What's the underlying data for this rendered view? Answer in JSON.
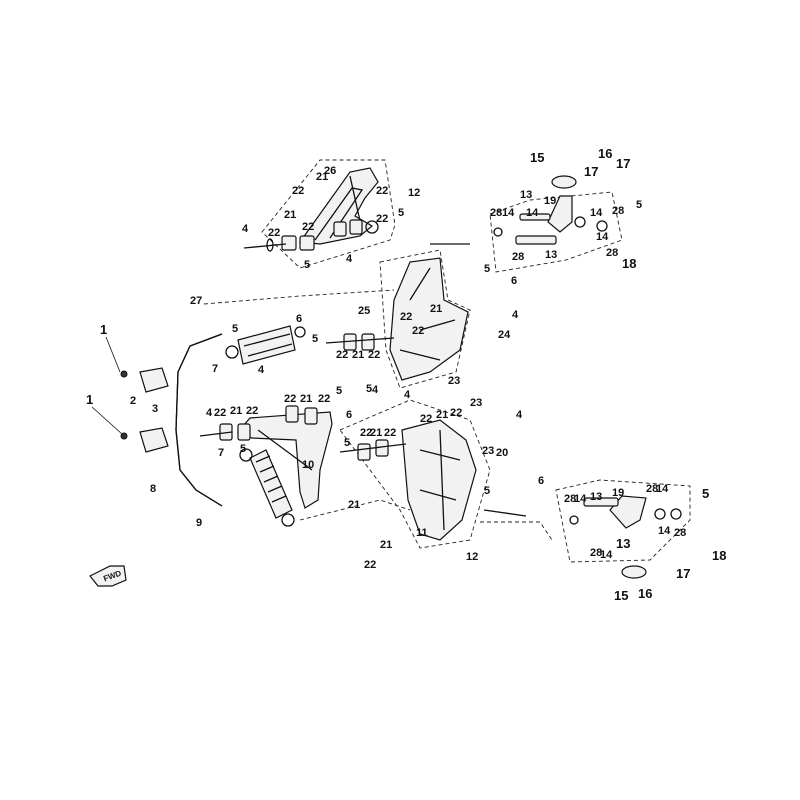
{
  "diagram": {
    "direction_label": "FWD",
    "callouts": [
      {
        "id": "c1a",
        "text": "1"
      },
      {
        "id": "c1b",
        "text": "1"
      },
      {
        "id": "c2",
        "text": "2"
      },
      {
        "id": "c3",
        "text": "3"
      },
      {
        "id": "c4a",
        "text": "4"
      },
      {
        "id": "c4b",
        "text": "4"
      },
      {
        "id": "c4c",
        "text": "4"
      },
      {
        "id": "c4d",
        "text": "4"
      },
      {
        "id": "c4e",
        "text": "4"
      },
      {
        "id": "c4f",
        "text": "4"
      },
      {
        "id": "c4g",
        "text": "4"
      },
      {
        "id": "c4h",
        "text": "4"
      },
      {
        "id": "c5a",
        "text": "5"
      },
      {
        "id": "c5b",
        "text": "5"
      },
      {
        "id": "c5c",
        "text": "5"
      },
      {
        "id": "c5d",
        "text": "5"
      },
      {
        "id": "c5e",
        "text": "5"
      },
      {
        "id": "c5f",
        "text": "5"
      },
      {
        "id": "c5g",
        "text": "5"
      },
      {
        "id": "c5h",
        "text": "5"
      },
      {
        "id": "c5i",
        "text": "5"
      },
      {
        "id": "c5j",
        "text": "5"
      },
      {
        "id": "c5k",
        "text": "5"
      },
      {
        "id": "c5l",
        "text": "5"
      },
      {
        "id": "c6a",
        "text": "6"
      },
      {
        "id": "c6b",
        "text": "6"
      },
      {
        "id": "c6c",
        "text": "6"
      },
      {
        "id": "c6d",
        "text": "6"
      },
      {
        "id": "c7a",
        "text": "7"
      },
      {
        "id": "c7b",
        "text": "7"
      },
      {
        "id": "c8",
        "text": "8"
      },
      {
        "id": "c9",
        "text": "9"
      },
      {
        "id": "c10",
        "text": "10"
      },
      {
        "id": "c11",
        "text": "11"
      },
      {
        "id": "c12a",
        "text": "12"
      },
      {
        "id": "c12b",
        "text": "12"
      },
      {
        "id": "c13a",
        "text": "13"
      },
      {
        "id": "c13b",
        "text": "13"
      },
      {
        "id": "c13c",
        "text": "13"
      },
      {
        "id": "c13d",
        "text": "13"
      },
      {
        "id": "c14a",
        "text": "14"
      },
      {
        "id": "c14b",
        "text": "14"
      },
      {
        "id": "c14c",
        "text": "14"
      },
      {
        "id": "c14d",
        "text": "14"
      },
      {
        "id": "c14e",
        "text": "14"
      },
      {
        "id": "c14f",
        "text": "14"
      },
      {
        "id": "c14g",
        "text": "14"
      },
      {
        "id": "c14h",
        "text": "14"
      },
      {
        "id": "c15a",
        "text": "15"
      },
      {
        "id": "c15b",
        "text": "15"
      },
      {
        "id": "c16a",
        "text": "16"
      },
      {
        "id": "c16b",
        "text": "16"
      },
      {
        "id": "c17a",
        "text": "17"
      },
      {
        "id": "c17b",
        "text": "17"
      },
      {
        "id": "c17c",
        "text": "17"
      },
      {
        "id": "c18a",
        "text": "18"
      },
      {
        "id": "c18b",
        "text": "18"
      },
      {
        "id": "c19a",
        "text": "19"
      },
      {
        "id": "c19b",
        "text": "19"
      },
      {
        "id": "c20",
        "text": "20"
      },
      {
        "id": "c21a",
        "text": "21"
      },
      {
        "id": "c21b",
        "text": "21"
      },
      {
        "id": "c21c",
        "text": "21"
      },
      {
        "id": "c21d",
        "text": "21"
      },
      {
        "id": "c21e",
        "text": "21"
      },
      {
        "id": "c21f",
        "text": "21"
      },
      {
        "id": "c21g",
        "text": "21"
      },
      {
        "id": "c21h",
        "text": "21"
      },
      {
        "id": "c21i",
        "text": "21"
      },
      {
        "id": "c21j",
        "text": "21"
      },
      {
        "id": "c22a",
        "text": "22"
      },
      {
        "id": "c22b",
        "text": "22"
      },
      {
        "id": "c22c",
        "text": "22"
      },
      {
        "id": "c22d",
        "text": "22"
      },
      {
        "id": "c22e",
        "text": "22"
      },
      {
        "id": "c22f",
        "text": "22"
      },
      {
        "id": "c22g",
        "text": "22"
      },
      {
        "id": "c22h",
        "text": "22"
      },
      {
        "id": "c22i",
        "text": "22"
      },
      {
        "id": "c22j",
        "text": "22"
      },
      {
        "id": "c22k",
        "text": "22"
      },
      {
        "id": "c22l",
        "text": "22"
      },
      {
        "id": "c22m",
        "text": "22"
      },
      {
        "id": "c22n",
        "text": "22"
      },
      {
        "id": "c22o",
        "text": "22"
      },
      {
        "id": "c22p",
        "text": "22"
      },
      {
        "id": "c22q",
        "text": "22"
      },
      {
        "id": "c22r",
        "text": "22"
      },
      {
        "id": "c23a",
        "text": "23"
      },
      {
        "id": "c23b",
        "text": "23"
      },
      {
        "id": "c23c",
        "text": "23"
      },
      {
        "id": "c24",
        "text": "24"
      },
      {
        "id": "c25",
        "text": "25"
      },
      {
        "id": "c26",
        "text": "26"
      },
      {
        "id": "c27",
        "text": "27"
      },
      {
        "id": "c28a",
        "text": "28"
      },
      {
        "id": "c28b",
        "text": "28"
      },
      {
        "id": "c28c",
        "text": "28"
      },
      {
        "id": "c28d",
        "text": "28"
      },
      {
        "id": "c28e",
        "text": "28"
      },
      {
        "id": "c28f",
        "text": "28"
      },
      {
        "id": "c28g",
        "text": "28"
      },
      {
        "id": "c28h",
        "text": "28"
      }
    ]
  }
}
